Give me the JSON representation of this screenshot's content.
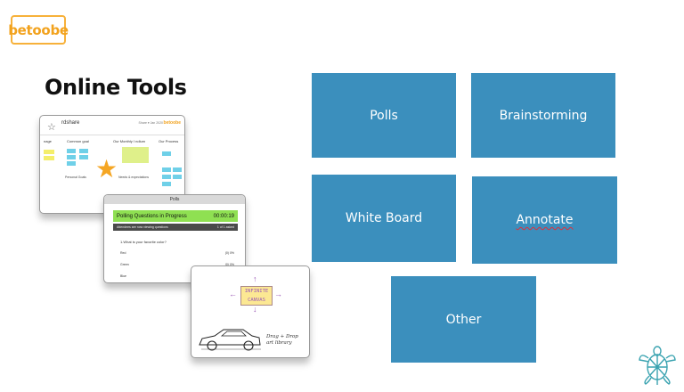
{
  "logo": {
    "text": "betoobe"
  },
  "page_title": "Online Tools",
  "tiles": {
    "polls": "Polls",
    "brainstorming": "Brainstorming",
    "white_board": "White Board",
    "annotate": "Annotate",
    "other": "Other"
  },
  "collage": {
    "board": {
      "name": "rdshare",
      "date": "Share ▾ Jan 2020",
      "brand": "betoobe",
      "col1": "nage",
      "col2": "Common goal",
      "col3": "Our Monthly I ndium",
      "col4": "Our Process",
      "label_personal": "Personal Goals",
      "label_needs": "Needs & expectations"
    },
    "poll": {
      "window_title": "Polls",
      "status": "Polling Questions in Progress",
      "timer": "00:00:19",
      "viewing": "Attendees are now viewing questions",
      "count": "1 of 1 asked",
      "question": "1.What is your favorite color?",
      "options": [
        {
          "label": "Red",
          "pct": "(0) 0%"
        },
        {
          "label": "Green",
          "pct": "(0) 0%"
        },
        {
          "label": "Blue",
          "pct": ""
        }
      ]
    },
    "canvas": {
      "box_text": "INFINITE CANVAS",
      "drag_line1": "Drag + Drop",
      "drag_line2": "art library"
    }
  },
  "colors": {
    "tile": "#3b8fbd",
    "logo": "#f2a21d",
    "turtle": "#3aa3b0"
  },
  "icons": {
    "logo": "betoobe-logo",
    "turtle": "turtle-icon",
    "star": "star-icon"
  }
}
